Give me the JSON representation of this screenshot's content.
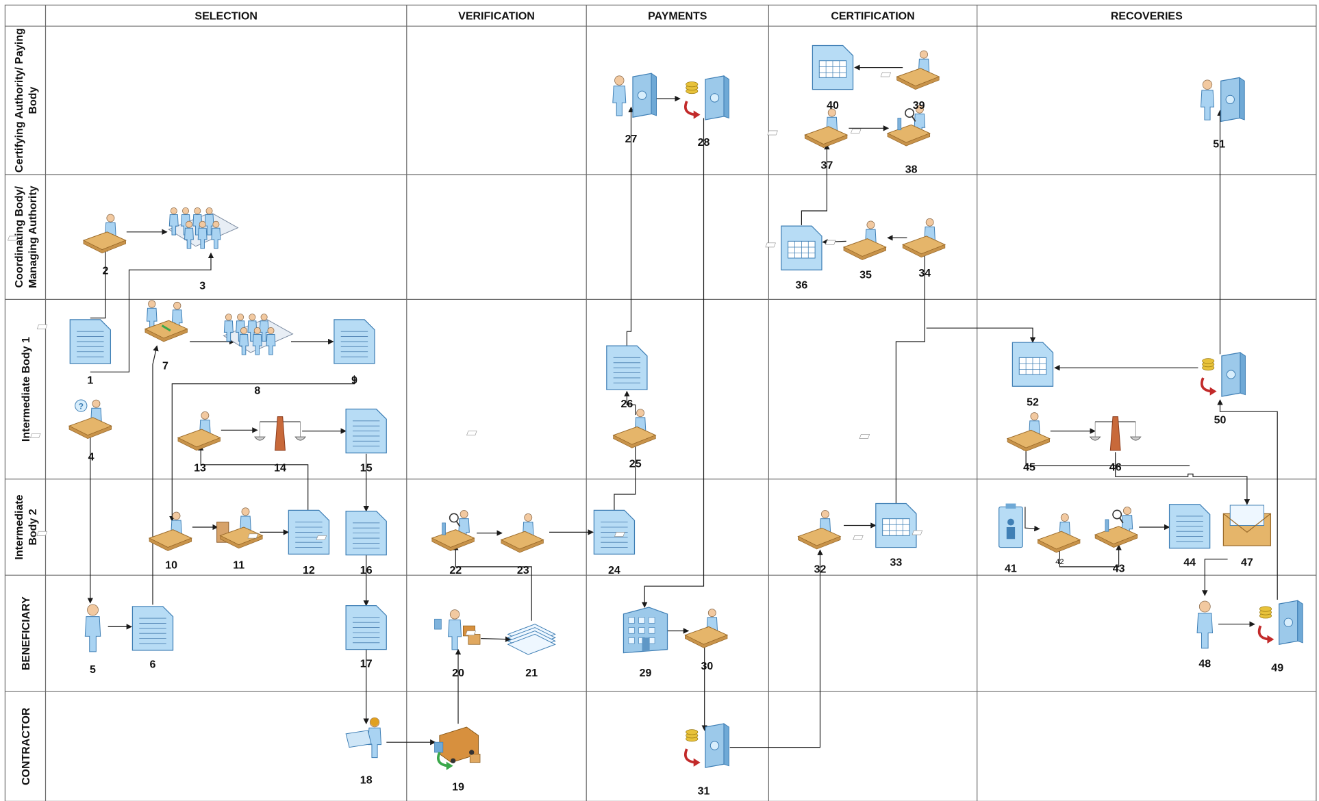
{
  "columns": [
    "SELECTION",
    "VERIFICATION",
    "PAYMENTS",
    "CERTIFICATION",
    "RECOVERIES"
  ],
  "lanes": [
    [
      "Certifying Authority/ Paying",
      "Body"
    ],
    [
      "Coordinating Body/",
      "Managing Authority"
    ],
    [
      "Intermediate Body 1"
    ],
    [
      "Intermediate",
      "Body 2"
    ],
    [
      "BENEFICIARY"
    ],
    [
      "CONTRACTOR"
    ]
  ],
  "nodes": [
    {
      "id": "1",
      "icon": "document-icon"
    },
    {
      "id": "2",
      "icon": "person-at-desk-icon"
    },
    {
      "id": "3",
      "icon": "meeting-icon"
    },
    {
      "id": "4",
      "icon": "person-at-desk-question-icon"
    },
    {
      "id": "5",
      "icon": "person-icon"
    },
    {
      "id": "6",
      "icon": "document-icon"
    },
    {
      "id": "7",
      "icon": "two-people-at-desk-icon"
    },
    {
      "id": "8",
      "icon": "meeting-icon"
    },
    {
      "id": "9",
      "icon": "document-icon"
    },
    {
      "id": "10",
      "icon": "person-at-desk-icon"
    },
    {
      "id": "11",
      "icon": "person-at-desk-chair-icon"
    },
    {
      "id": "12",
      "icon": "document-icon"
    },
    {
      "id": "13",
      "icon": "person-at-desk-icon"
    },
    {
      "id": "14",
      "icon": "scales-icon"
    },
    {
      "id": "15",
      "icon": "document-icon"
    },
    {
      "id": "16",
      "icon": "document-icon"
    },
    {
      "id": "17",
      "icon": "document-icon"
    },
    {
      "id": "18",
      "icon": "worker-with-plans-icon"
    },
    {
      "id": "19",
      "icon": "delivery-truck-icon"
    },
    {
      "id": "20",
      "icon": "person-with-goods-icon"
    },
    {
      "id": "21",
      "icon": "document-stack-icon"
    },
    {
      "id": "22",
      "icon": "inspector-at-desk-icon"
    },
    {
      "id": "23",
      "icon": "person-at-desk-icon"
    },
    {
      "id": "24",
      "icon": "document-icon"
    },
    {
      "id": "25",
      "icon": "person-at-desk-icon"
    },
    {
      "id": "26",
      "icon": "document-icon"
    },
    {
      "id": "27",
      "icon": "person-at-safe-icon"
    },
    {
      "id": "28",
      "icon": "safe-transfer-icon"
    },
    {
      "id": "29",
      "icon": "bank-building-icon"
    },
    {
      "id": "30",
      "icon": "person-at-desk-icon"
    },
    {
      "id": "31",
      "icon": "safe-transfer-icon"
    },
    {
      "id": "32",
      "icon": "person-at-desk-icon"
    },
    {
      "id": "33",
      "icon": "spreadsheet-icon"
    },
    {
      "id": "34",
      "icon": "person-at-desk-icon"
    },
    {
      "id": "35",
      "icon": "person-at-desk-icon"
    },
    {
      "id": "36",
      "icon": "spreadsheet-icon"
    },
    {
      "id": "37",
      "icon": "person-at-desk-icon"
    },
    {
      "id": "38",
      "icon": "inspector-at-desk-icon"
    },
    {
      "id": "39",
      "icon": "person-at-desk-icon"
    },
    {
      "id": "40",
      "icon": "spreadsheet-icon"
    },
    {
      "id": "41",
      "icon": "clipboard-icon"
    },
    {
      "id": "42",
      "icon": "person-at-desk-icon"
    },
    {
      "id": "43",
      "icon": "inspector-at-desk-icon"
    },
    {
      "id": "44",
      "icon": "document-icon"
    },
    {
      "id": "45",
      "icon": "person-at-desk-icon"
    },
    {
      "id": "46",
      "icon": "scales-icon"
    },
    {
      "id": "47",
      "icon": "envelope-icon"
    },
    {
      "id": "48",
      "icon": "person-icon"
    },
    {
      "id": "49",
      "icon": "safe-transfer-icon"
    },
    {
      "id": "50",
      "icon": "safe-transfer-icon"
    },
    {
      "id": "51",
      "icon": "person-at-safe-icon"
    },
    {
      "id": "52",
      "icon": "spreadsheet-icon"
    }
  ],
  "colors": {
    "icon_fill": "#a9d3f2",
    "icon_stroke": "#3f7fb5",
    "desk": "#e5b56a",
    "arrow_green": "#3aa84a",
    "arrow_red": "#c22a2a",
    "coin": "#e8c23a",
    "box": "#d7903e"
  }
}
